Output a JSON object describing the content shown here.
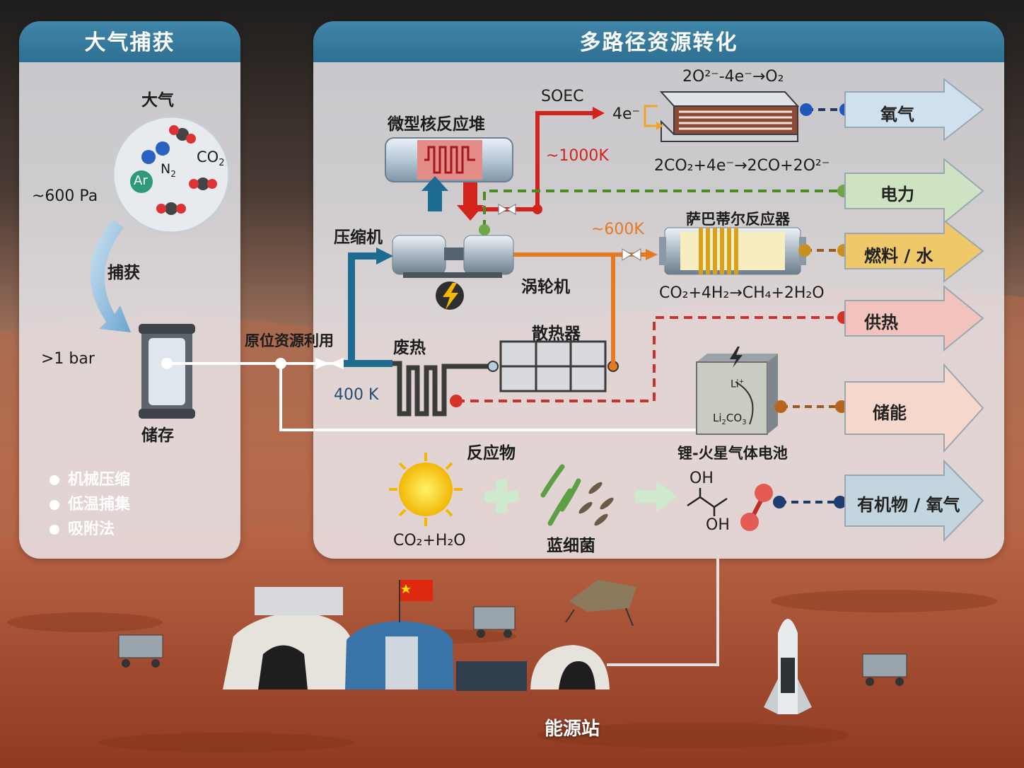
{
  "panels": {
    "capture_title": "大气捕获",
    "conversion_title": "多路径资源转化"
  },
  "capture": {
    "atmosphere": "大气",
    "co2": "CO",
    "co2_sub": "2",
    "n2": "N",
    "n2_sub": "2",
    "ar": "Ar",
    "pressure_low": "~600 Pa",
    "capture_label": "捕获",
    "pressure_high": ">1 bar",
    "storage": "储存",
    "methods": [
      "机械压缩",
      "低温捕集",
      "吸附法"
    ]
  },
  "flow": {
    "in_situ": "原位资源利用",
    "reactant": "反应物",
    "compressor": "压缩机",
    "turbine": "涡轮机",
    "reactor": "微型核反应堆",
    "waste_heat": "废热",
    "temp_400": "400 K",
    "radiator": "散热器",
    "soec": "SOEC",
    "temp_1000": "~1000K",
    "temp_600": "~600K",
    "sabatier": "萨巴蒂尔反应器",
    "battery": "锂-火星气体电池",
    "li_ion": "Li",
    "li2co3": "Li",
    "li2co3_rest": "CO",
    "li2co3_sub2": "2",
    "li2co3_sub3": "3",
    "cyanobacteria": "蓝细菌",
    "photo_in": "CO₂+H₂O",
    "oh": "OH"
  },
  "equations": {
    "soec_top": "2O²⁻-4e⁻→O₂",
    "soec_e": "4e⁻",
    "soec_bottom": "2CO₂+4e⁻→2CO+2O²⁻",
    "sabatier": "CO₂+4H₂→CH₄+2H₂O"
  },
  "outputs": [
    {
      "label": "氧气",
      "color": "#cfe1ef"
    },
    {
      "label": "电力",
      "color": "#cfe3c3"
    },
    {
      "label": "燃料 / 水",
      "color": "#efc86a"
    },
    {
      "label": "供热",
      "color": "#f2c3bd"
    },
    {
      "label": "储能",
      "color": "#f6d7cb"
    },
    {
      "label": "有机物 / 氧气",
      "color": "#c3d5df"
    }
  ],
  "base": {
    "station": "能源站"
  },
  "colors": {
    "panel_header": "#3479a0",
    "pipe_blue": "#1e6b91",
    "pipe_red": "#d3231d",
    "pipe_orange": "#e47a22",
    "pipe_dark": "#3b3b3b",
    "dash_green": "#4c8b24",
    "dash_red": "#c8322a",
    "dash_brown": "#9a5a1e",
    "dash_navy": "#1d3a66",
    "mars_sky": "#2b2826",
    "mars_ground": "#b35b3a"
  }
}
